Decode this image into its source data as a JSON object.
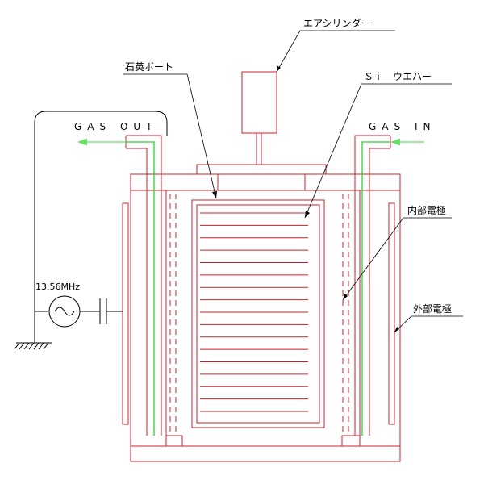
{
  "labels": {
    "air_cylinder": "エアシリンダー",
    "quartz_boat": "石英ボート",
    "si_wafer": "Ｓｉ　ウエハー",
    "gas_out": "GAS OUT",
    "gas_in": "GAS IN",
    "inner_electrode": "内部電極",
    "outer_electrode": "外部電極",
    "rf_source": "13.56MHz"
  },
  "colors": {
    "chamber": "#c8202a",
    "gas_flow": "#33cc33",
    "gas_arrow": "#66dd66",
    "leader": "#000000",
    "wire": "#000000"
  },
  "icons": {
    "rf_source": "ac-source-icon",
    "capacitor": "capacitor-icon",
    "ground": "ground-icon"
  },
  "wafer_count": 17
}
